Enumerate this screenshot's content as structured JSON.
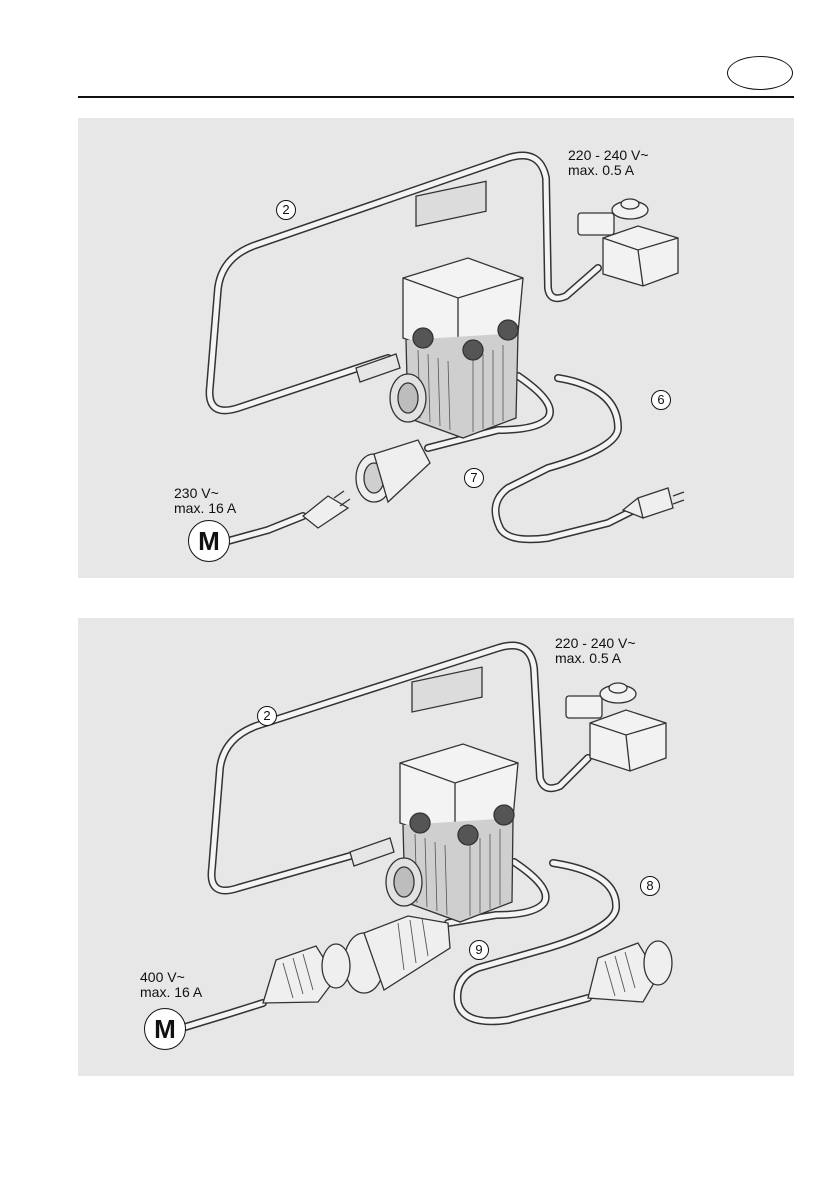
{
  "header": {
    "language_badge": ""
  },
  "figure1": {
    "valve_voltage": "220 - 240 V~",
    "valve_current": "max. 0.5 A",
    "supply_voltage": "230 V~",
    "supply_current": "max. 16 A",
    "motor_symbol": "M",
    "callouts": [
      "2",
      "6",
      "7"
    ]
  },
  "figure2": {
    "valve_voltage": "220 - 240 V~",
    "valve_current": "max. 0.5 A",
    "supply_voltage": "400 V~",
    "supply_current": "max. 16 A",
    "motor_symbol": "M",
    "callouts": [
      "2",
      "8",
      "9"
    ]
  }
}
